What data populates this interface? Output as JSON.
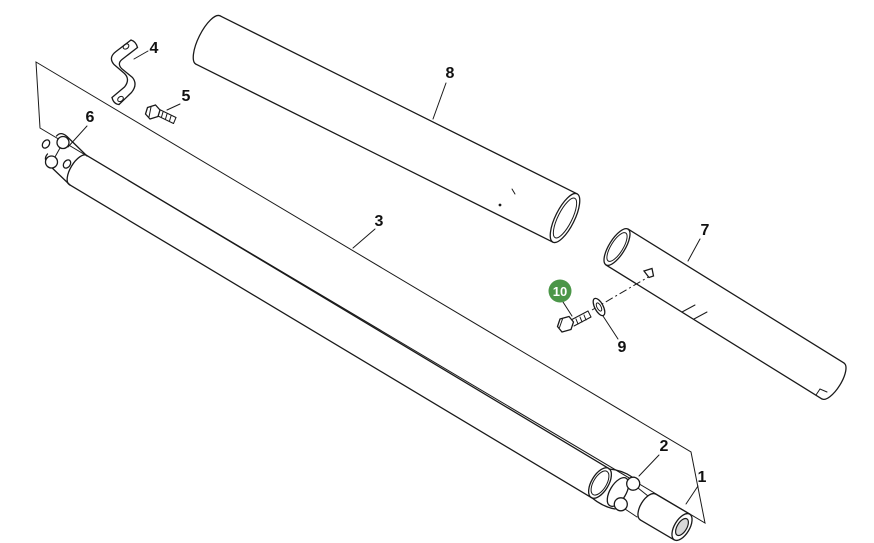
{
  "diagram": {
    "background_color": "#ffffff",
    "line_color": "#1a1a1a",
    "highlight": {
      "fill": "#4b9648",
      "text_color": "#ffffff"
    },
    "parts": {
      "p1": {
        "label": "1"
      },
      "p2": {
        "label": "2"
      },
      "p3": {
        "label": "3"
      },
      "p4": {
        "label": "4"
      },
      "p5": {
        "label": "5"
      },
      "p6": {
        "label": "6"
      },
      "p7": {
        "label": "7"
      },
      "p8": {
        "label": "8"
      },
      "p9": {
        "label": "9"
      },
      "p10": {
        "label": "10",
        "highlighted": true
      }
    }
  }
}
